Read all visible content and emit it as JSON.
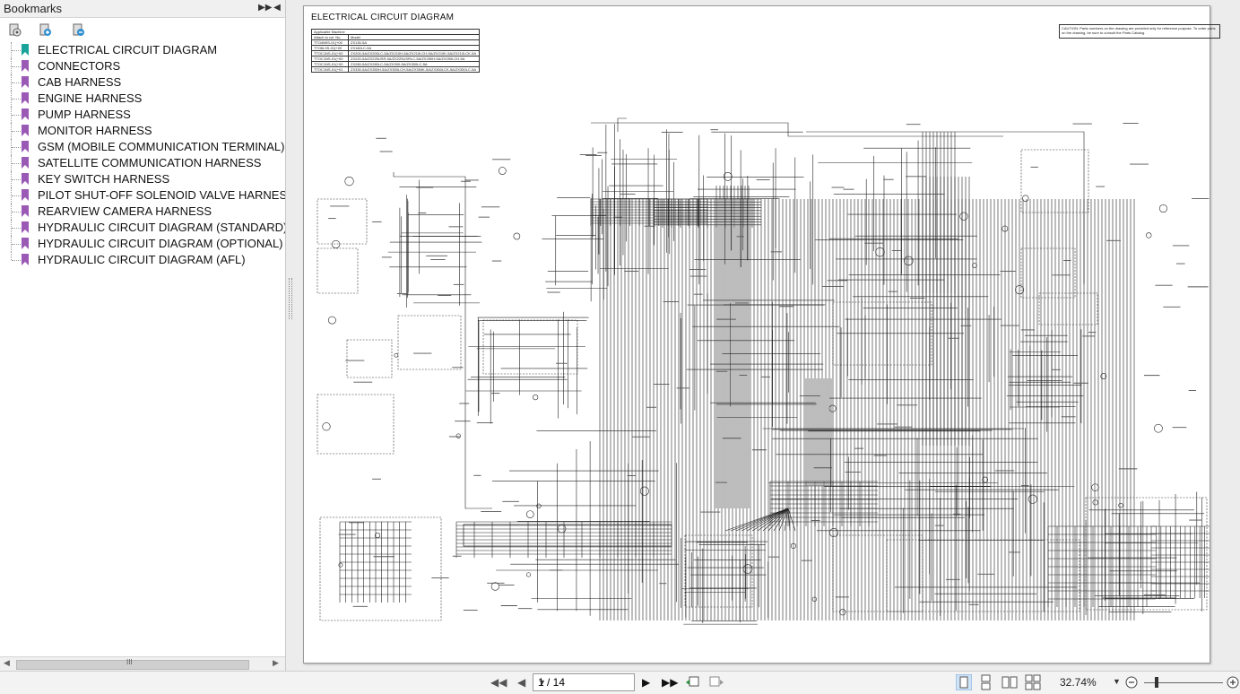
{
  "sidebar": {
    "title": "Bookmarks",
    "items": [
      {
        "label": "ELECTRICAL CIRCUIT DIAGRAM",
        "selected": true
      },
      {
        "label": "CONNECTORS"
      },
      {
        "label": "CAB HARNESS"
      },
      {
        "label": "ENGINE HARNESS"
      },
      {
        "label": "PUMP HARNESS"
      },
      {
        "label": "MONITOR HARNESS"
      },
      {
        "label": "GSM (MOBILE COMMUNICATION TERMINAL) HARN"
      },
      {
        "label": "SATELLITE COMMUNICATION HARNESS"
      },
      {
        "label": "KEY SWITCH HARNESS"
      },
      {
        "label": "PILOT SHUT-OFF SOLENOID VALVE HARNESS"
      },
      {
        "label": "REARVIEW CAMERA HARNESS"
      },
      {
        "label": "HYDRAULIC CIRCUIT DIAGRAM (STANDARD)"
      },
      {
        "label": "HYDRAULIC CIRCUIT DIAGRAM (OPTIONAL)"
      },
      {
        "label": "HYDRAULIC CIRCUIT DIAGRAM (AFL)"
      }
    ],
    "scroll_thumb_glyph": "III"
  },
  "document": {
    "title": "ELECTRICAL CIRCUIT DIAGRAM",
    "table_header": "Applicable Machine",
    "table_columns": [
      "Attach to vol. No.",
      "Model"
    ],
    "table_rows": [
      [
        "TTO4N9S-01(+00",
        "ZX130-5A"
      ],
      [
        "TTO6L9S-01(+00",
        "ZX160LC-5A"
      ],
      [
        "TTOC1NS-01(+00",
        "ZX200-5A/ZX200LC-5A/ZX210H-5A/ZX210LCH-5A/ZX210K-5A/ZX210LCK-5A"
      ],
      [
        "TTOC1NS-01(+00",
        "ZX220-5A/ZX225USR-5A/ZX225USRLC-5A/ZX250H-5A/ZX250LCH-5A"
      ],
      [
        "TTOC1NS-01(+00",
        "ZX280-5A/ZX280LC-5A/ZX300-5A/ZX300LC-5A"
      ],
      [
        "TTOC1NS-01(+01",
        "ZX330-5A/ZX350H-5A/ZX350LCH-5A/ZX350K-5A/ZX350LCK-5A/ZX350LC-5A"
      ]
    ],
    "caution": "CAUTION: Parts numbers on the drawing are provided only for reference purpose. To order parts on the drawing, be sure to consult the Parts Catalog."
  },
  "toolbar": {
    "page_indicator": "1 / 14",
    "zoom": "32.74%"
  },
  "colors": {
    "bookmark_flag": "#9b59b6",
    "bookmark_flag_selected": "#1aa39a"
  }
}
